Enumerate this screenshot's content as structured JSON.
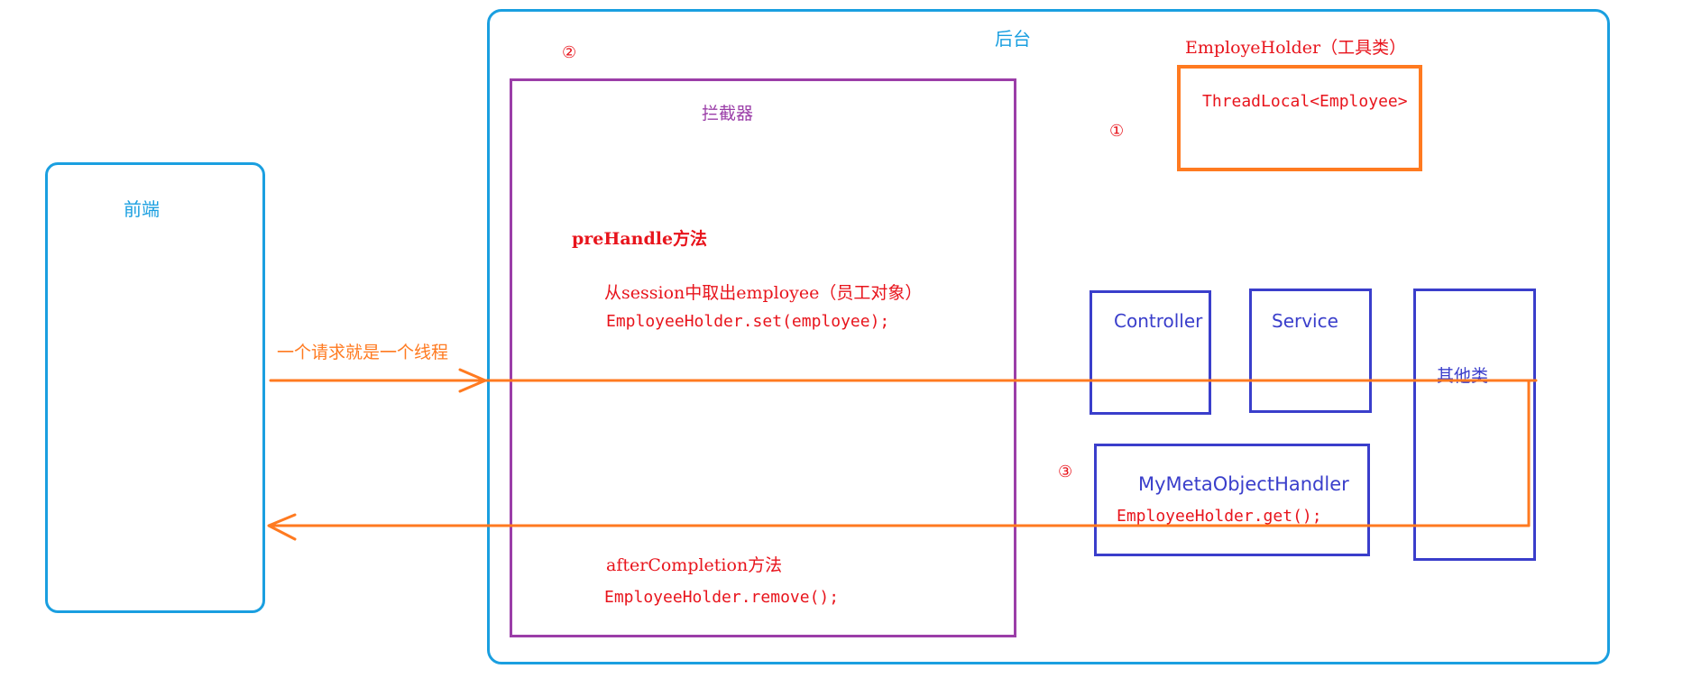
{
  "colors": {
    "cyan": "#1a9fe0",
    "purple": "#9b3ea8",
    "orange": "#ff7a20",
    "red": "#e8141c",
    "navy": "#3a3ecb"
  },
  "frontend": {
    "label": "前端"
  },
  "backend": {
    "label": "后台"
  },
  "interceptor": {
    "marker": "②",
    "label": "拦截器",
    "prehandle_title": "preHandle方法",
    "prehandle_line1": "从session中取出employee（员工对象）",
    "prehandle_line2": "EmployeeHolder.set(employee);",
    "after_title": "afterCompletion方法",
    "after_line1": "EmployeeHolder.remove();"
  },
  "holder": {
    "marker": "①",
    "title": "EmployeHolder（工具类）",
    "content": "ThreadLocal<Employee>"
  },
  "classes": {
    "controller": "Controller",
    "service": "Service",
    "other": "其他类"
  },
  "meta_handler": {
    "marker": "③",
    "label": "MyMetaObjectHandler",
    "call": "EmployeeHolder.get();"
  },
  "request_note": "一个请求就是一个线程"
}
